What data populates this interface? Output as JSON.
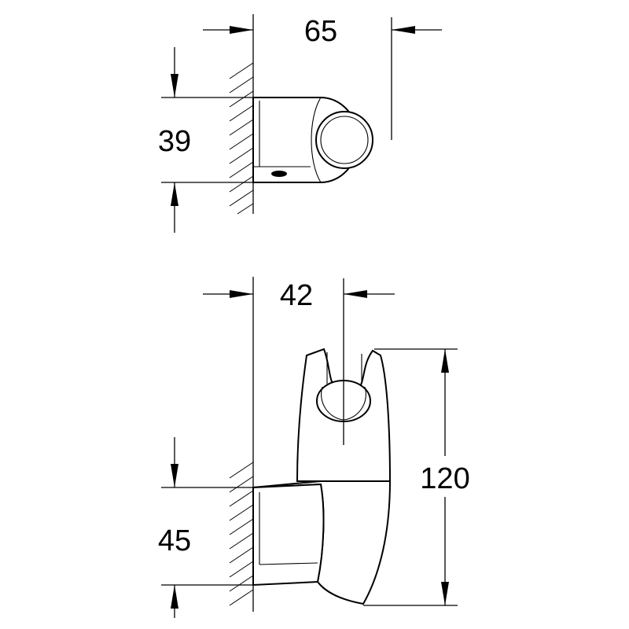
{
  "top_view": {
    "width_label": "65",
    "height_label": "39"
  },
  "side_view": {
    "offset_label": "42",
    "mount_height_label": "45",
    "total_height_label": "120"
  },
  "colors": {
    "line": "#000000",
    "background": "#ffffff"
  }
}
